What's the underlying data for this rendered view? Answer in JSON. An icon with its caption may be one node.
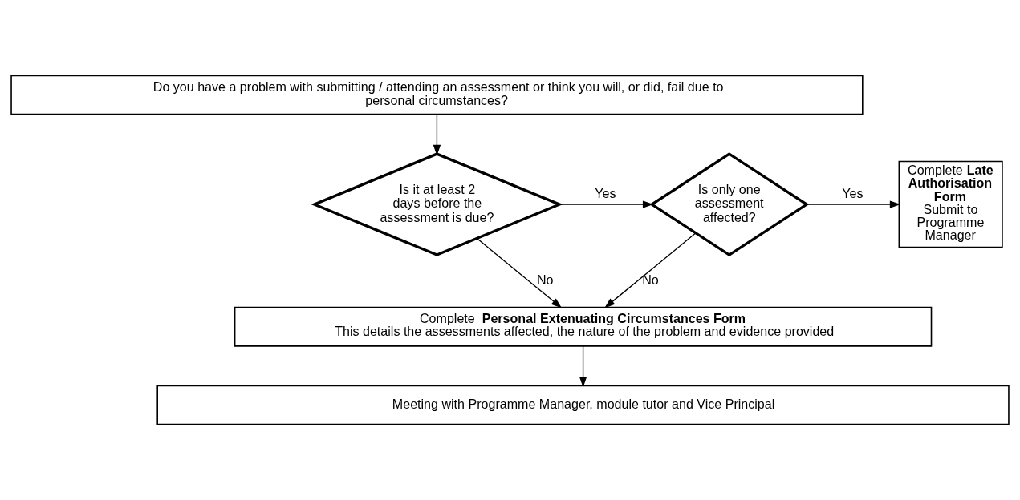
{
  "diagram": {
    "nodes": [
      {
        "text": [
          "Do you have a problem with submitting / attending an assessment or think you will, or did, fail due to personal circumstances?"
        ]
      },
      {
        "text": [
          "Is it at least 2 days before the assessment is due?"
        ]
      },
      {
        "text": [
          "Is only one assessment affected?"
        ]
      },
      {
        "text": [
          "Complete **Late Authorisation Form**",
          "Submit to Programme Manager"
        ]
      },
      {
        "text": [
          "Complete **Personal Extenuating Circumstances Form**",
          "This details the assessments affected, the nature of the problem and evidence provided"
        ]
      },
      {
        "text": [
          "Meeting with Programme Manager, module tutor and Vice Principal"
        ]
      }
    ],
    "edges": [
      {
        "from": 0,
        "to": 1,
        "arrow": "to"
      },
      {
        "from": 1,
        "to": 2,
        "arrow": "to",
        "label": "Yes"
      },
      {
        "from": 2,
        "to": 3,
        "arrow": "to",
        "label": "Yes"
      },
      {
        "from": 1,
        "to": 4,
        "arrow": "to",
        "label": "No"
      },
      {
        "from": 2,
        "to": 4,
        "arrow": "to",
        "label": "No"
      },
      {
        "from": 4,
        "to": 5,
        "arrow": "to"
      }
    ]
  }
}
